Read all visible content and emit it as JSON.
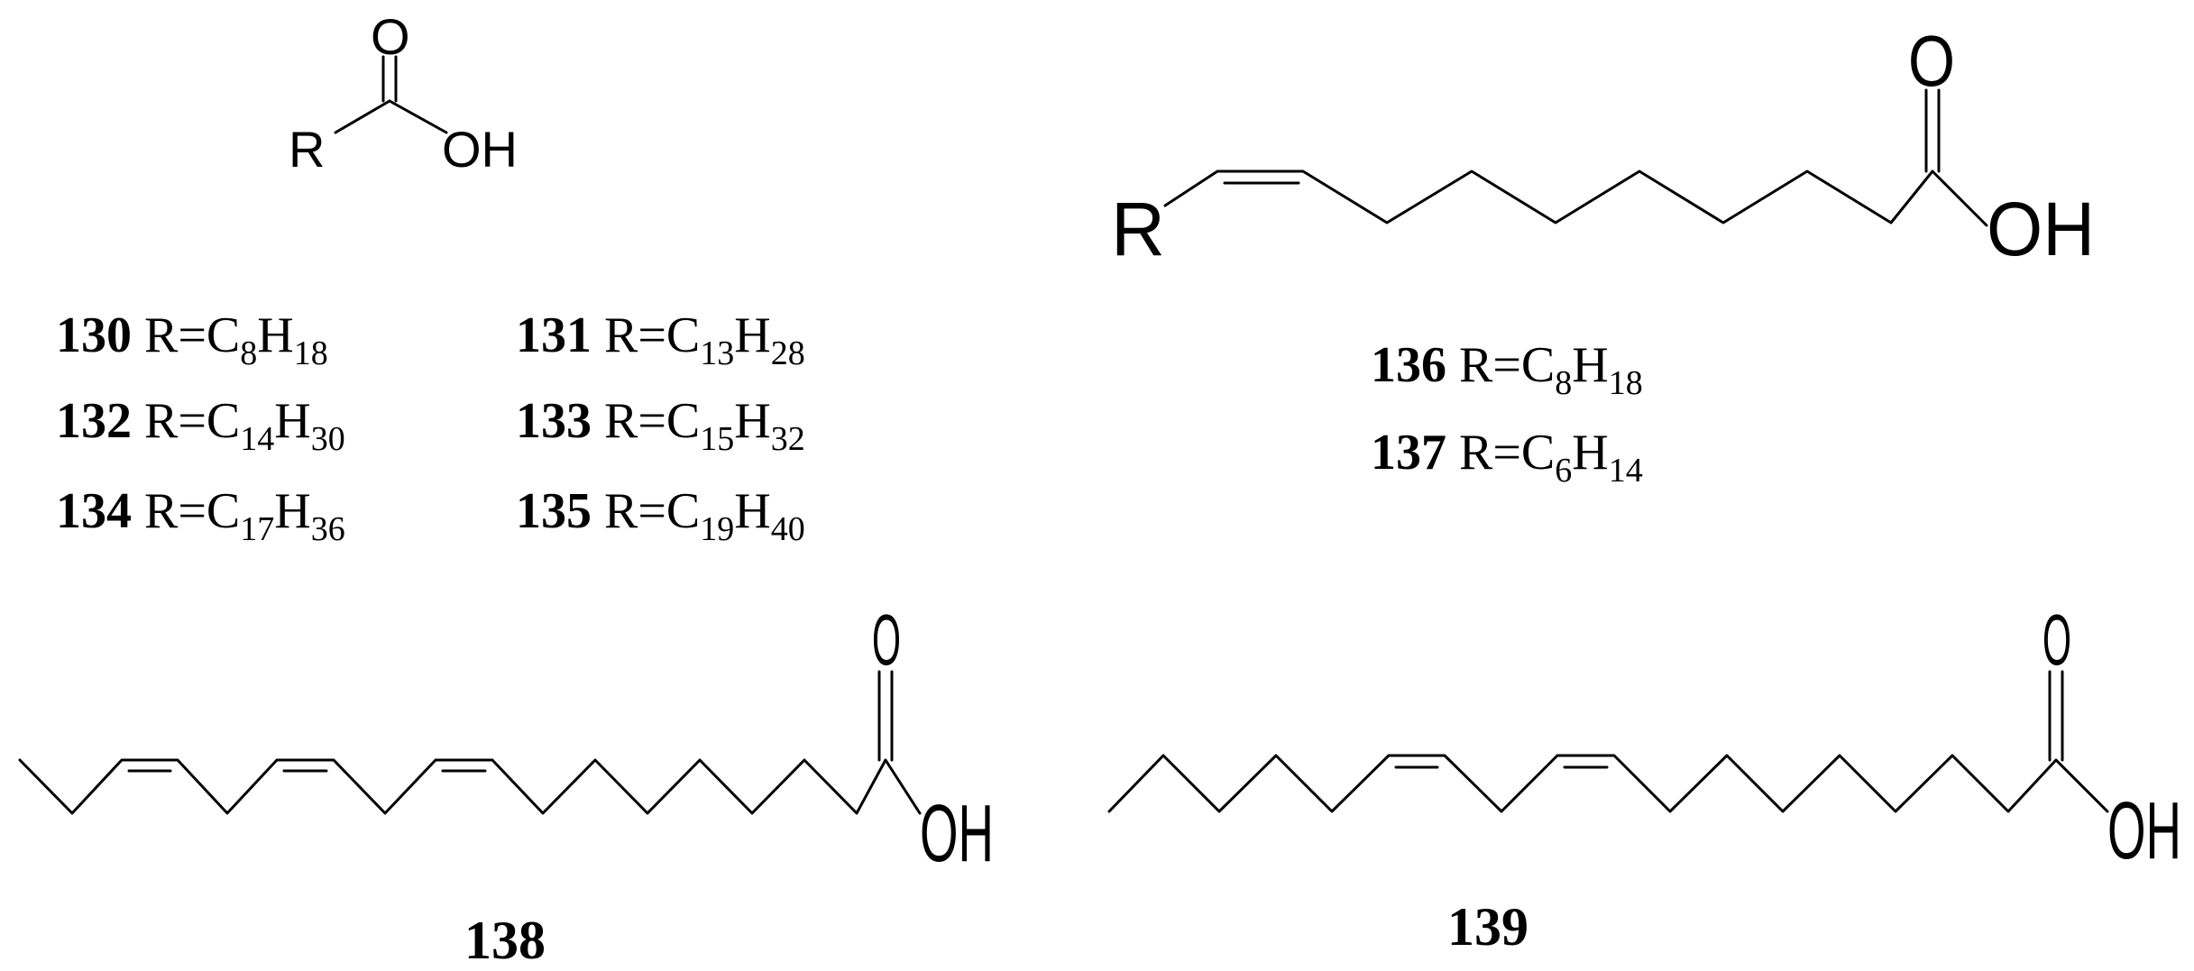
{
  "structures": {
    "general_acid": {
      "atoms": {
        "r": "R",
        "o": "O",
        "oh": "OH"
      },
      "entries": [
        {
          "number": "130",
          "prefix": "R=C",
          "c_sub": "8",
          "h": "H",
          "h_sub": "18"
        },
        {
          "number": "131",
          "prefix": "R=C",
          "c_sub": "13",
          "h": "H",
          "h_sub": "28"
        },
        {
          "number": "132",
          "prefix": "R=C",
          "c_sub": "14",
          "h": "H",
          "h_sub": "30"
        },
        {
          "number": "133",
          "prefix": "R=C",
          "c_sub": "15",
          "h": "H",
          "h_sub": "32"
        },
        {
          "number": "134",
          "prefix": "R=C",
          "c_sub": "17",
          "h": "H",
          "h_sub": "36"
        },
        {
          "number": "135",
          "prefix": "R=C",
          "c_sub": "19",
          "h": "H",
          "h_sub": "40"
        }
      ]
    },
    "monoene_acid": {
      "atoms": {
        "r": "R",
        "o": "O",
        "oh": "OH"
      },
      "entries": [
        {
          "number": "136",
          "prefix": "R=C",
          "c_sub": "8",
          "h": "H",
          "h_sub": "18"
        },
        {
          "number": "137",
          "prefix": "R=C",
          "c_sub": "6",
          "h": "H",
          "h_sub": "14"
        }
      ]
    },
    "compound_138": {
      "label": "138",
      "atoms": {
        "o": "O",
        "oh": "OH"
      }
    },
    "compound_139": {
      "label": "139",
      "atoms": {
        "o": "O",
        "oh": "OH"
      }
    }
  }
}
